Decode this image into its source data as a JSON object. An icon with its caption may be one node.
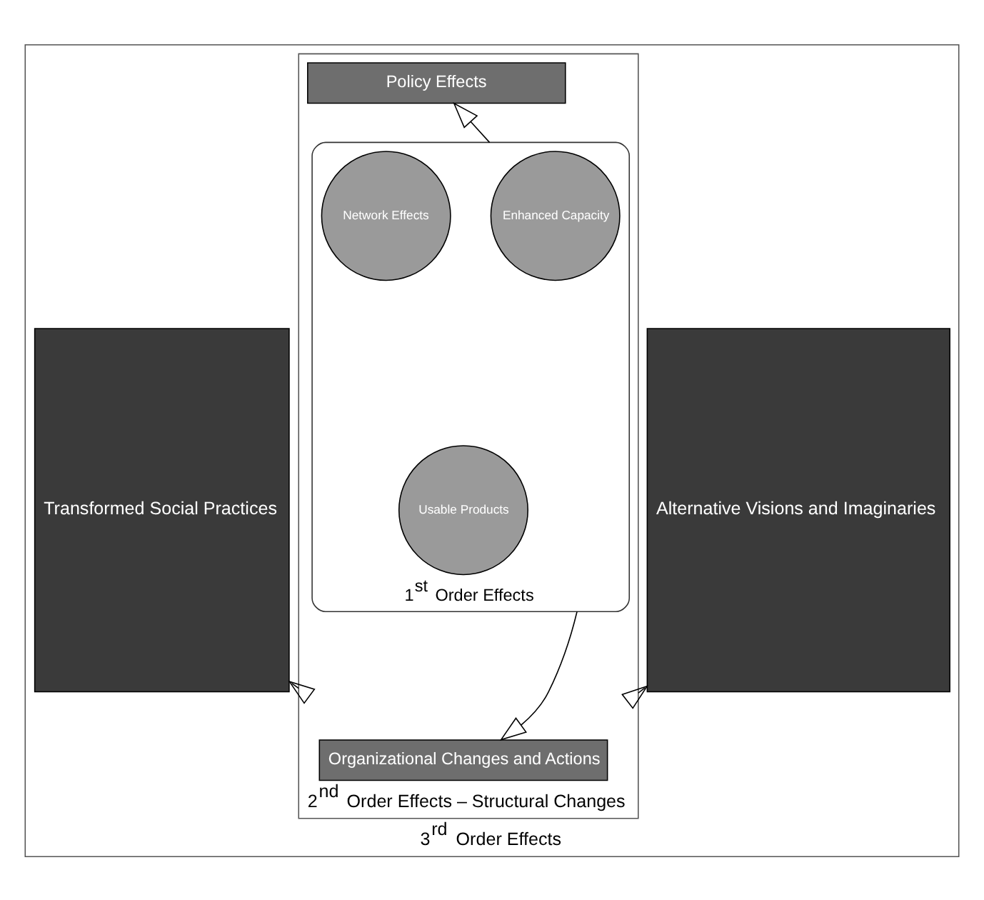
{
  "diagram": {
    "nodes": [
      {
        "text": [
          "3$^{rd}$ Order Effects"
        ]
      },
      {
        "text": [
          "Alternative Visions and Imaginaries"
        ],
        "in": 0
      },
      {
        "text": [
          "2$^{nd}$ Order Effects – Structural Changes"
        ],
        "in": 0
      },
      {
        "text": [
          "Policy Effects"
        ],
        "in": 2
      },
      {
        "text": [
          "1$^{st}$ Order Effects"
        ],
        "in": 2
      },
      {
        "text": [
          "Network Effects"
        ],
        "in": 4
      },
      {
        "text": [
          "Enhanced Capacity"
        ],
        "in": 4
      },
      {
        "text": [
          "Usable Products"
        ],
        "in": 4
      },
      {
        "text": [
          "Organizational Changes and Actions"
        ],
        "in": 2
      },
      {
        "text": [
          "Transformed Social Practices"
        ],
        "in": 0
      }
    ],
    "edges": [
      {
        "from": 4,
        "to": 3,
        "arrow": "to"
      },
      {
        "from": 4,
        "to": 8,
        "arrow": "to"
      },
      {
        "from": 2,
        "to": 1,
        "arrow": "to"
      },
      {
        "from": 2,
        "to": 9,
        "arrow": "to"
      }
    ]
  }
}
